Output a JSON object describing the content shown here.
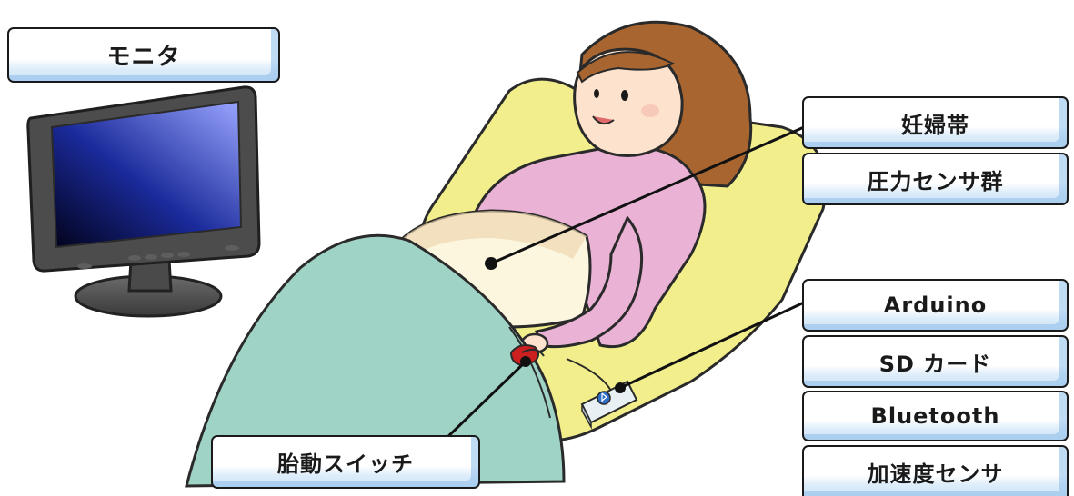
{
  "labels": {
    "monitor": "モニタ",
    "maternity_band": "妊婦帯",
    "pressure_sensors": "圧力センサ群",
    "arduino": "Arduino",
    "sd_card": "SD カード",
    "bluetooth": "Bluetooth",
    "accelerometer": "加速度センサ",
    "fetal_movement_switch": "胎動スイッチ"
  },
  "colors": {
    "cushion": "#f2ee8c",
    "blanket": "#9fd3c6",
    "shirt": "#eab3d6",
    "belly": "#fcf6df",
    "hair": "#a8652f",
    "skin": "#fde3cd",
    "label_shade": "#cfe3f6"
  }
}
